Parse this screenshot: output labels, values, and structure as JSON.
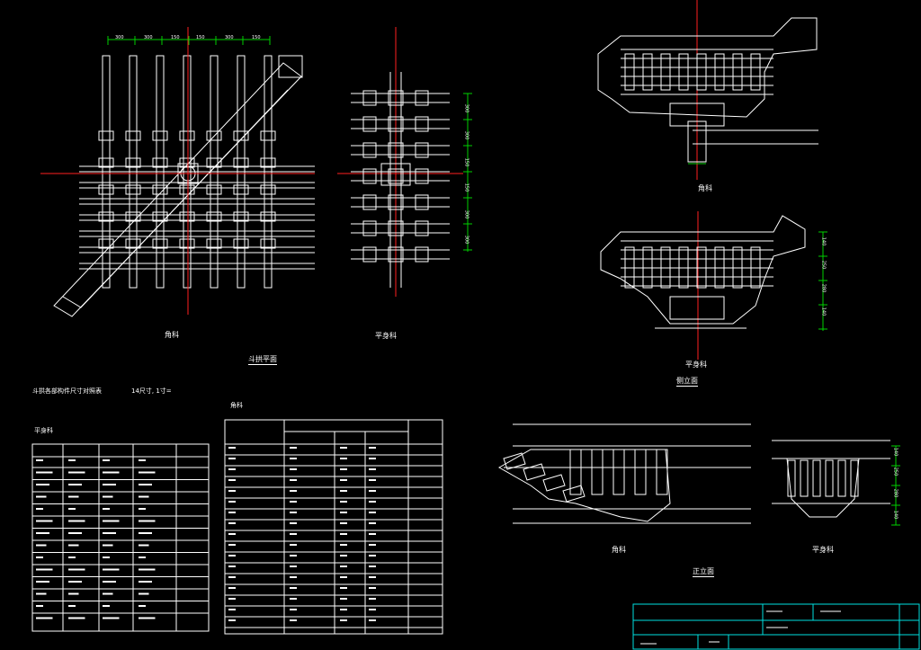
{
  "drawing": {
    "colors": {
      "background": "#000000",
      "line": "#ffffff",
      "axis": "#ff2020",
      "dimension": "#00d000",
      "frame": "#00e0e0"
    },
    "labels": {
      "plan_corner": "角科",
      "plan_main": "平身科",
      "plan_title": "斗拱平面",
      "elev1_corner": "角科",
      "elev2_main": "平身科",
      "side_title": "侧立面",
      "front_corner": "角科",
      "front_main": "平身科",
      "front_title": "正立面",
      "table_left_title": "平身科",
      "table_right_title": "角科",
      "table_note": "斗拱各部构件尺寸对照表",
      "table_note_unit": "14尺寸, 1寸="
    },
    "dimensions": {
      "top_plan": [
        "300",
        "300",
        "150",
        "150",
        "300",
        "150"
      ],
      "plan_right": [
        "300",
        "300",
        "150",
        "150",
        "300",
        "300"
      ],
      "side_right": [
        "140",
        "250",
        "280",
        "140"
      ],
      "front_right": [
        "140",
        "250",
        "280",
        "140"
      ]
    }
  }
}
